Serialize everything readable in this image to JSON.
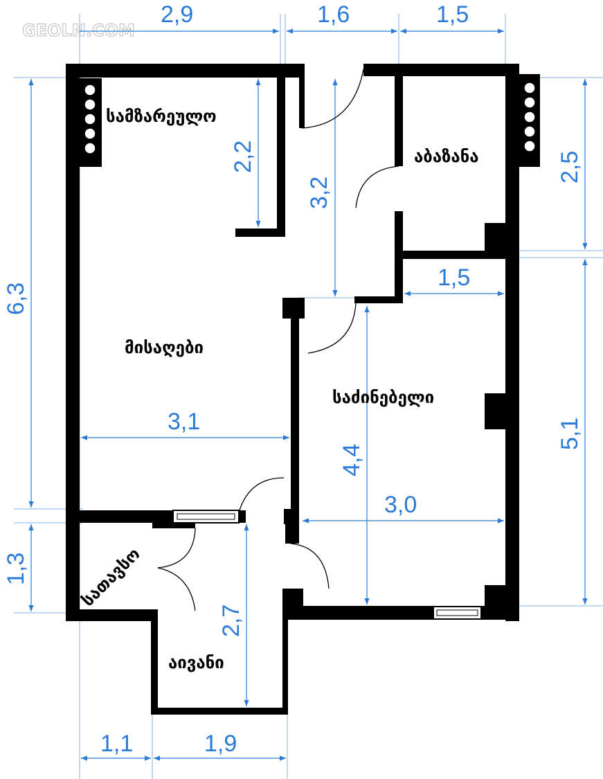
{
  "watermark": "GEOLN.COM",
  "rooms": {
    "kitchen": "სამზარეულო",
    "bathroom": "აბაზანა",
    "living_room": "მისაღები",
    "bedroom": "საძინებელი",
    "storage": "სათავსო",
    "balcony": "აივანი"
  },
  "dimensions": {
    "top_left": "2,9",
    "top_middle": "1,6",
    "top_right": "1,5",
    "left_total": "6,3",
    "left_storage": "1,3",
    "kitchen_depth": "2,2",
    "hall_depth": "3,2",
    "bathroom_depth": "2,5",
    "corridor_width": "1,5",
    "living_width": "3,1",
    "bedroom_depth": "4,4",
    "bedroom_width": "3,0",
    "right_bedroom": "5,1",
    "balcony_depth": "2,7",
    "bottom_left": "1,1",
    "bottom_balcony": "1,9"
  },
  "colors": {
    "dimension": "#2b7bd6",
    "wall": "#000000"
  }
}
